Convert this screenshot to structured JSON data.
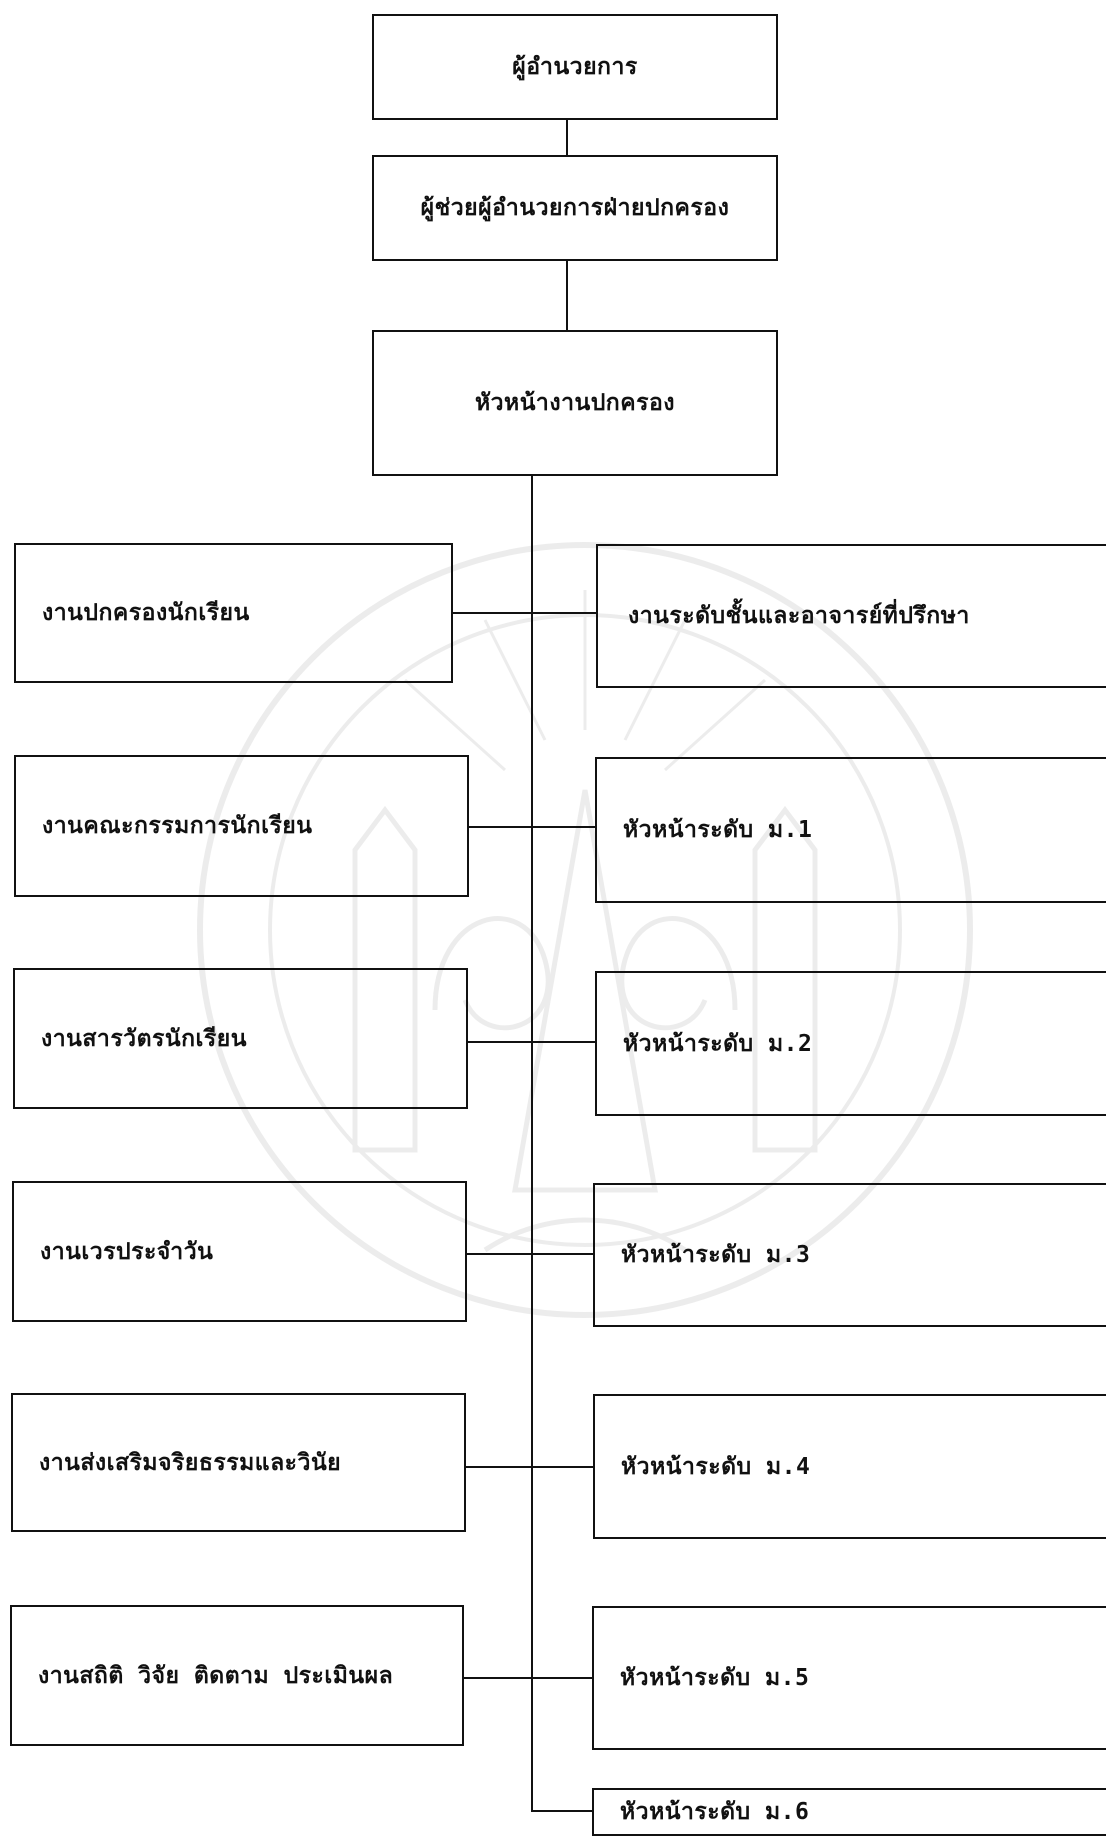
{
  "top": {
    "director": "ผู้อำนวยการ",
    "assistant_director": "ผู้ช่วยผู้อำนวยการฝ่ายปกครอง",
    "head_of_governance": "หัวหน้างานปกครอง"
  },
  "left_units": [
    "งานปกครองนักเรียน",
    "งานคณะกรรมการนักเรียน",
    "งานสารวัตรนักเรียน",
    "งานเวรประจำวัน",
    "งานส่งเสริมจริยธรรมและวินัย",
    "งานสถิติ วิจัย ติดตาม ประเมินผล"
  ],
  "right_units": [
    "งานระดับชั้นและอาจารย์ที่ปรึกษา",
    "หัวหน้าระดับ ม.1",
    "หัวหน้าระดับ ม.2",
    "หัวหน้าระดับ ม.3",
    "หัวหน้าระดับ ม.4",
    "หัวหน้าระดับ ม.5",
    "หัวหน้าระดับ ม.6"
  ],
  "colors": {
    "line": "#111111",
    "background": "#ffffff",
    "watermark": "#9a9a9a"
  }
}
